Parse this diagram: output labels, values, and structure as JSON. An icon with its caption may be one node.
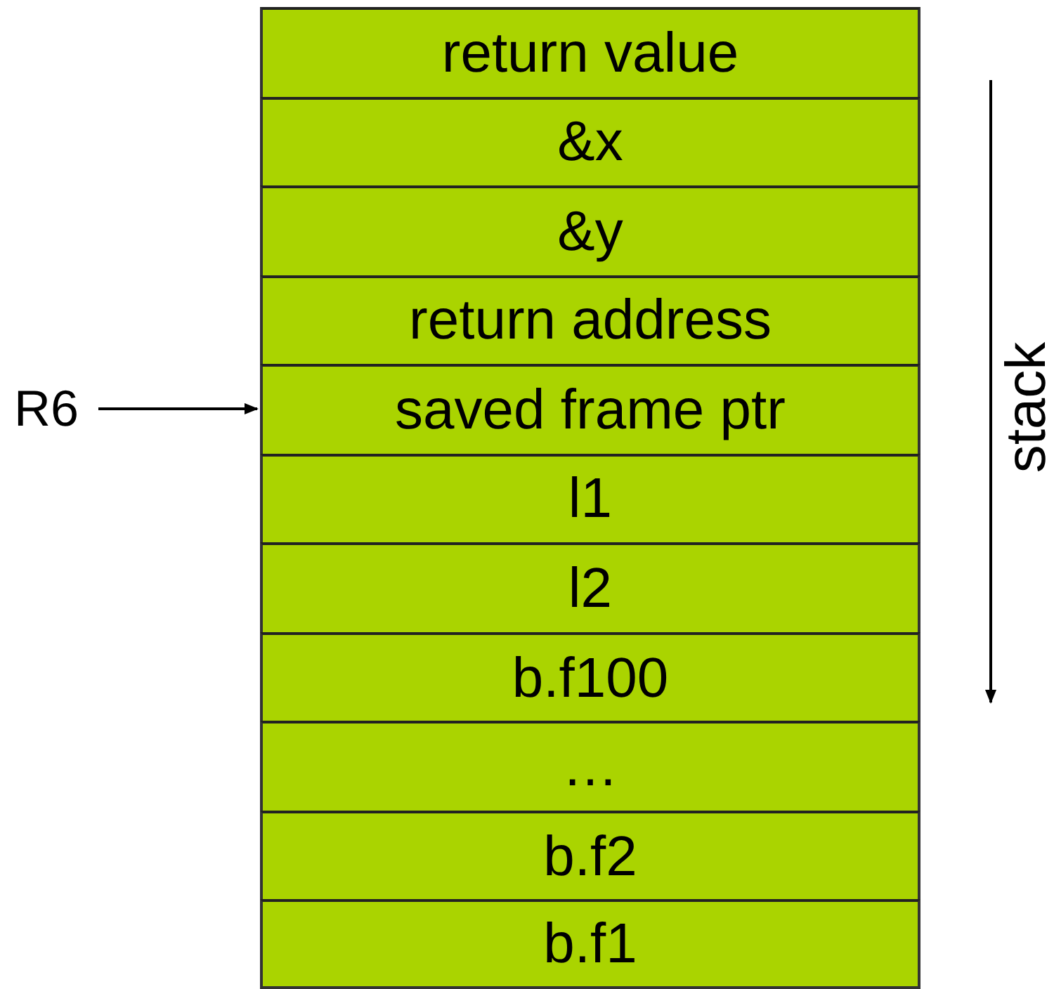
{
  "diagram": {
    "nodes": [
      {
        "text": [
          "R6"
        ]
      },
      {
        "text": [
          "return value"
        ]
      },
      {
        "text": [
          "&x"
        ]
      },
      {
        "text": [
          "&y"
        ]
      },
      {
        "text": [
          "return address"
        ]
      },
      {
        "text": [
          "saved frame ptr"
        ]
      },
      {
        "text": [
          "l1"
        ]
      },
      {
        "text": [
          "l2"
        ]
      },
      {
        "text": [
          "b.f100"
        ]
      },
      {
        "text": [
          "…"
        ]
      },
      {
        "text": [
          "b.f2"
        ]
      },
      {
        "text": [
          "b.f1"
        ]
      }
    ],
    "edges": [
      {
        "from": 0,
        "to": 5,
        "arrow": "to"
      }
    ],
    "labels": [
      "stack"
    ]
  }
}
